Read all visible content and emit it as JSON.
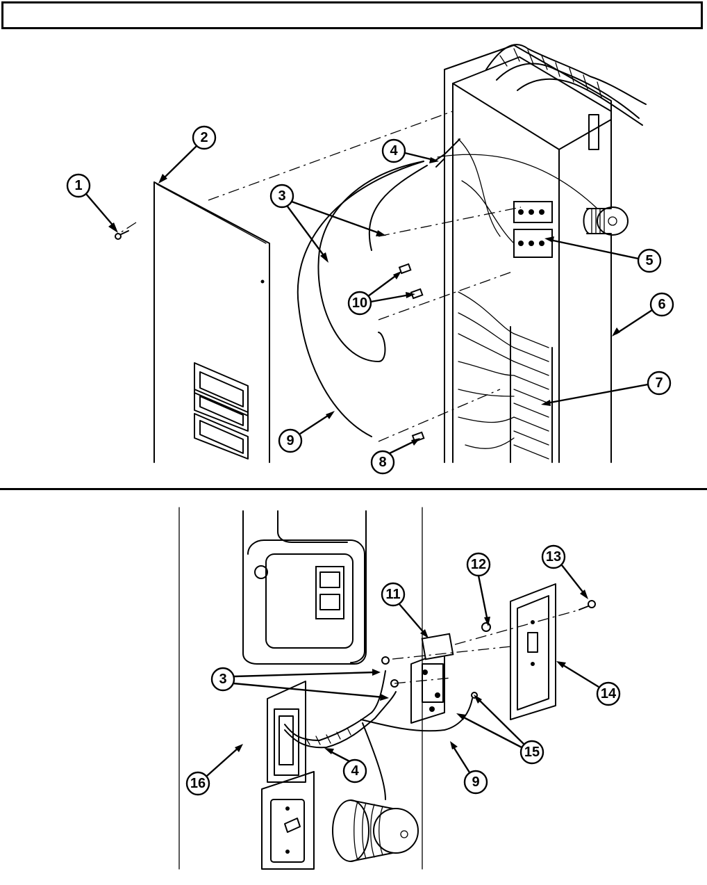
{
  "title_box": "",
  "callouts": {
    "top": [
      "1",
      "2",
      "3",
      "4",
      "5",
      "6",
      "7",
      "8",
      "9",
      "10"
    ],
    "bottom": [
      "3",
      "4",
      "9",
      "11",
      "12",
      "13",
      "14",
      "15",
      "16"
    ]
  },
  "icons": [
    "panel-cover",
    "electrical-cabinet",
    "cable-reel",
    "wall-switch",
    "cover-plate",
    "outlet-box",
    "grommet",
    "screw"
  ],
  "colors": {
    "ink": "#000000",
    "paper": "#ffffff"
  }
}
